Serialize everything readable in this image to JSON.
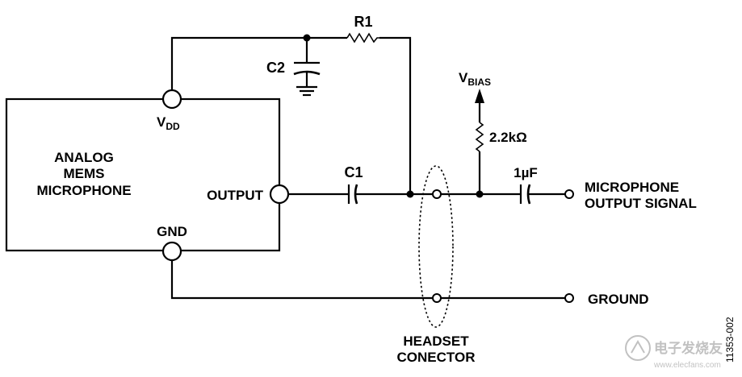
{
  "block": {
    "lines": [
      "ANALOG",
      "MEMS",
      "MICROPHONE"
    ]
  },
  "pins": {
    "vdd": "V",
    "vdd_sub": "DD",
    "output": "OUTPUT",
    "gnd": "GND"
  },
  "components": {
    "r1": "R1",
    "c2": "C2",
    "c1": "C1",
    "vbias": "V",
    "vbias_sub": "BIAS",
    "r_bias": "2.2kΩ",
    "c_out": "1µF"
  },
  "outputs": {
    "signal_line1": "MICROPHONE",
    "signal_line2": "OUTPUT SIGNAL",
    "ground": "GROUND"
  },
  "connector": {
    "line1": "HEADSET",
    "line2": "CONECTOR"
  },
  "figure_id": "11353-002",
  "watermark": {
    "site": "电子发烧友",
    "url": "www.elecfans.com"
  }
}
